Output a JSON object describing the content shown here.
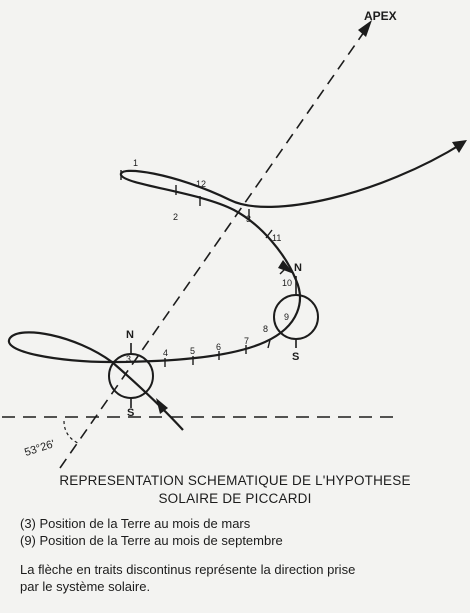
{
  "diagram": {
    "apex_label": "APEX",
    "angle_label": "53°26'",
    "pole_north": "N",
    "pole_south": "S",
    "position_march": "3",
    "position_september": "9",
    "orbit_marks": [
      "1",
      "12",
      "2",
      "3",
      "11",
      "10",
      "8",
      "7",
      "6",
      "5",
      "4"
    ]
  },
  "caption": {
    "title_line1": "REPRESENTATION SCHEMATIQUE DE L'HYPOTHESE",
    "title_line2": "SOLAIRE DE PICCARDI",
    "legend": [
      "(3) Position de la Terre au mois de mars",
      "(9) Position de la Terre au mois de septembre"
    ],
    "note_line1": "La flèche en traits discontinus représente la direction prise",
    "note_line2": "par le système solaire."
  },
  "colors": {
    "ink": "#1c1c1c",
    "paper": "#f3f3f1"
  }
}
